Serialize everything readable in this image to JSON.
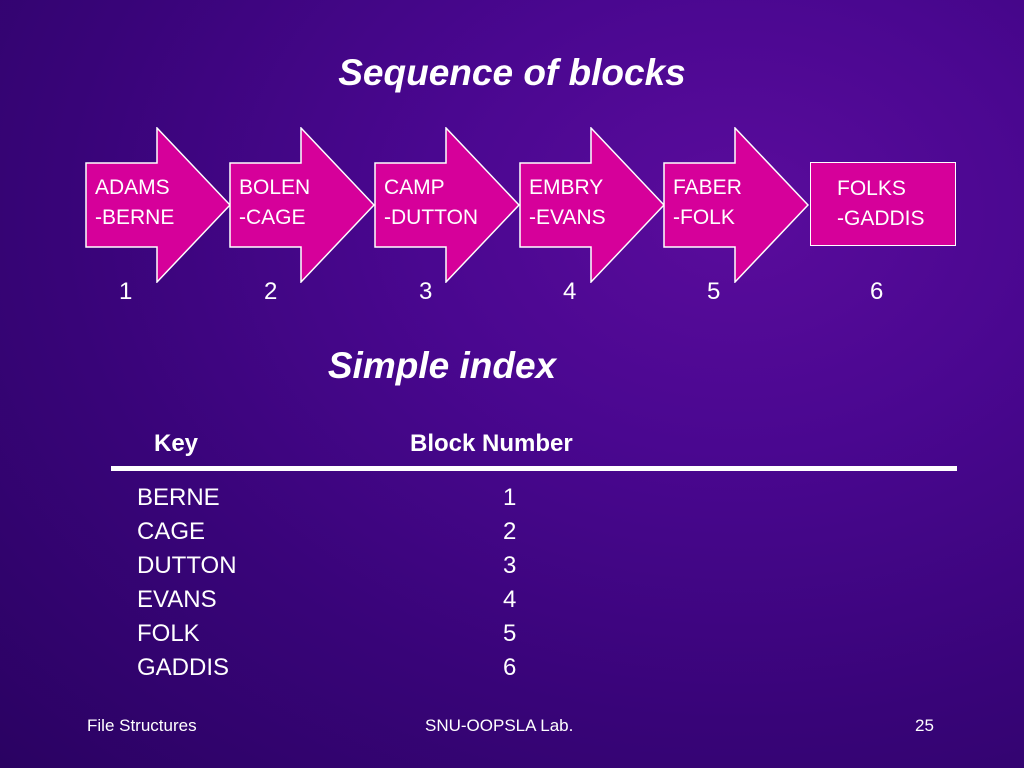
{
  "title": "Sequence of blocks",
  "index_title": "Simple index",
  "blocks": [
    {
      "line1": "ADAMS",
      "line2": "-BERNE",
      "number": "1"
    },
    {
      "line1": "BOLEN",
      "line2": "-CAGE",
      "number": "2"
    },
    {
      "line1": "CAMP",
      "line2": "-DUTTON",
      "number": "3"
    },
    {
      "line1": "EMBRY",
      "line2": "-EVANS",
      "number": "4"
    },
    {
      "line1": "FABER",
      "line2": "-FOLK",
      "number": "5"
    },
    {
      "line1": "FOLKS",
      "line2": "-GADDIS",
      "number": "6"
    }
  ],
  "index": {
    "key_header": "Key",
    "block_header": "Block Number",
    "keys": [
      "BERNE",
      "CAGE",
      "DUTTON",
      "EVANS",
      "FOLK",
      "GADDIS"
    ],
    "block_numbers": [
      "1",
      "2",
      "3",
      "4",
      "5",
      "6"
    ]
  },
  "footer": {
    "left": "File Structures",
    "center": "SNU-OOPSLA Lab.",
    "page": "25"
  },
  "colors": {
    "block_fill": "#d6009a",
    "background": "#3f058a",
    "text": "#ffffff"
  }
}
